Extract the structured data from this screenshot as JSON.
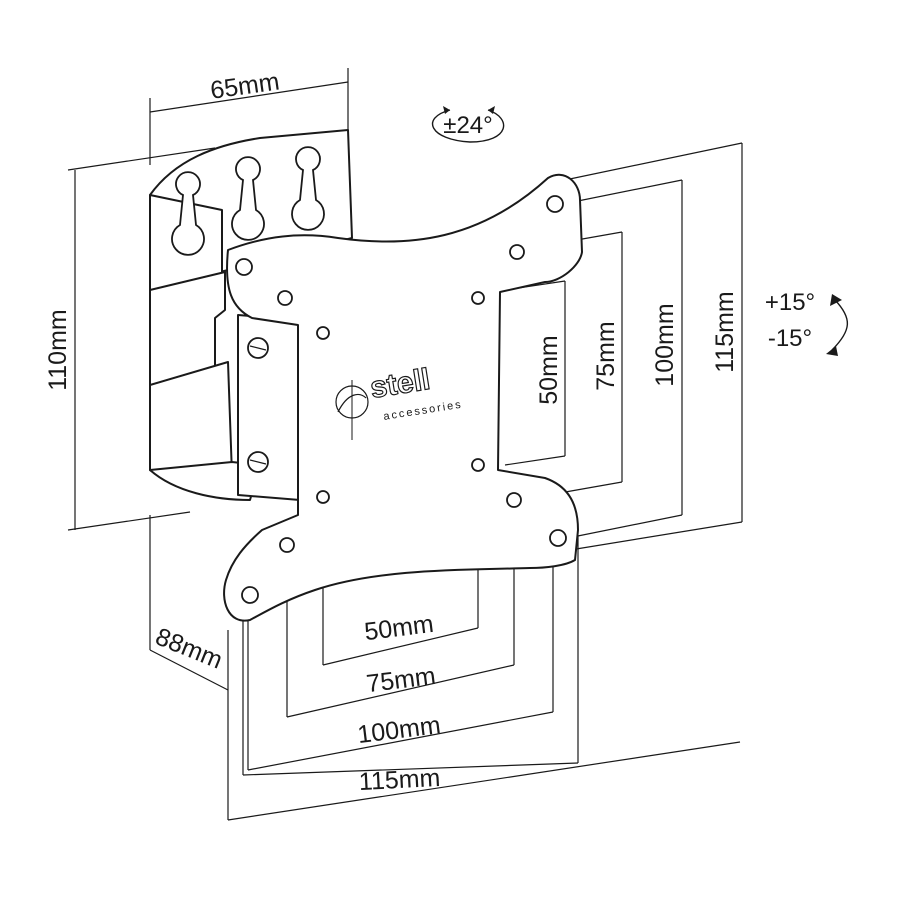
{
  "dimensions": {
    "wall_plate_width": "65mm",
    "wall_plate_height": "110mm",
    "depth": "88mm",
    "h_50": "50mm",
    "h_75": "75mm",
    "h_100": "100mm",
    "h_115": "115mm",
    "v_50": "50mm",
    "v_75": "75mm",
    "v_100": "100mm",
    "v_115": "115mm"
  },
  "angles": {
    "swivel": "±24°",
    "tilt_up": "+15°",
    "tilt_down": "-15°"
  },
  "brand": {
    "name": "stell",
    "tagline": "accessories"
  }
}
